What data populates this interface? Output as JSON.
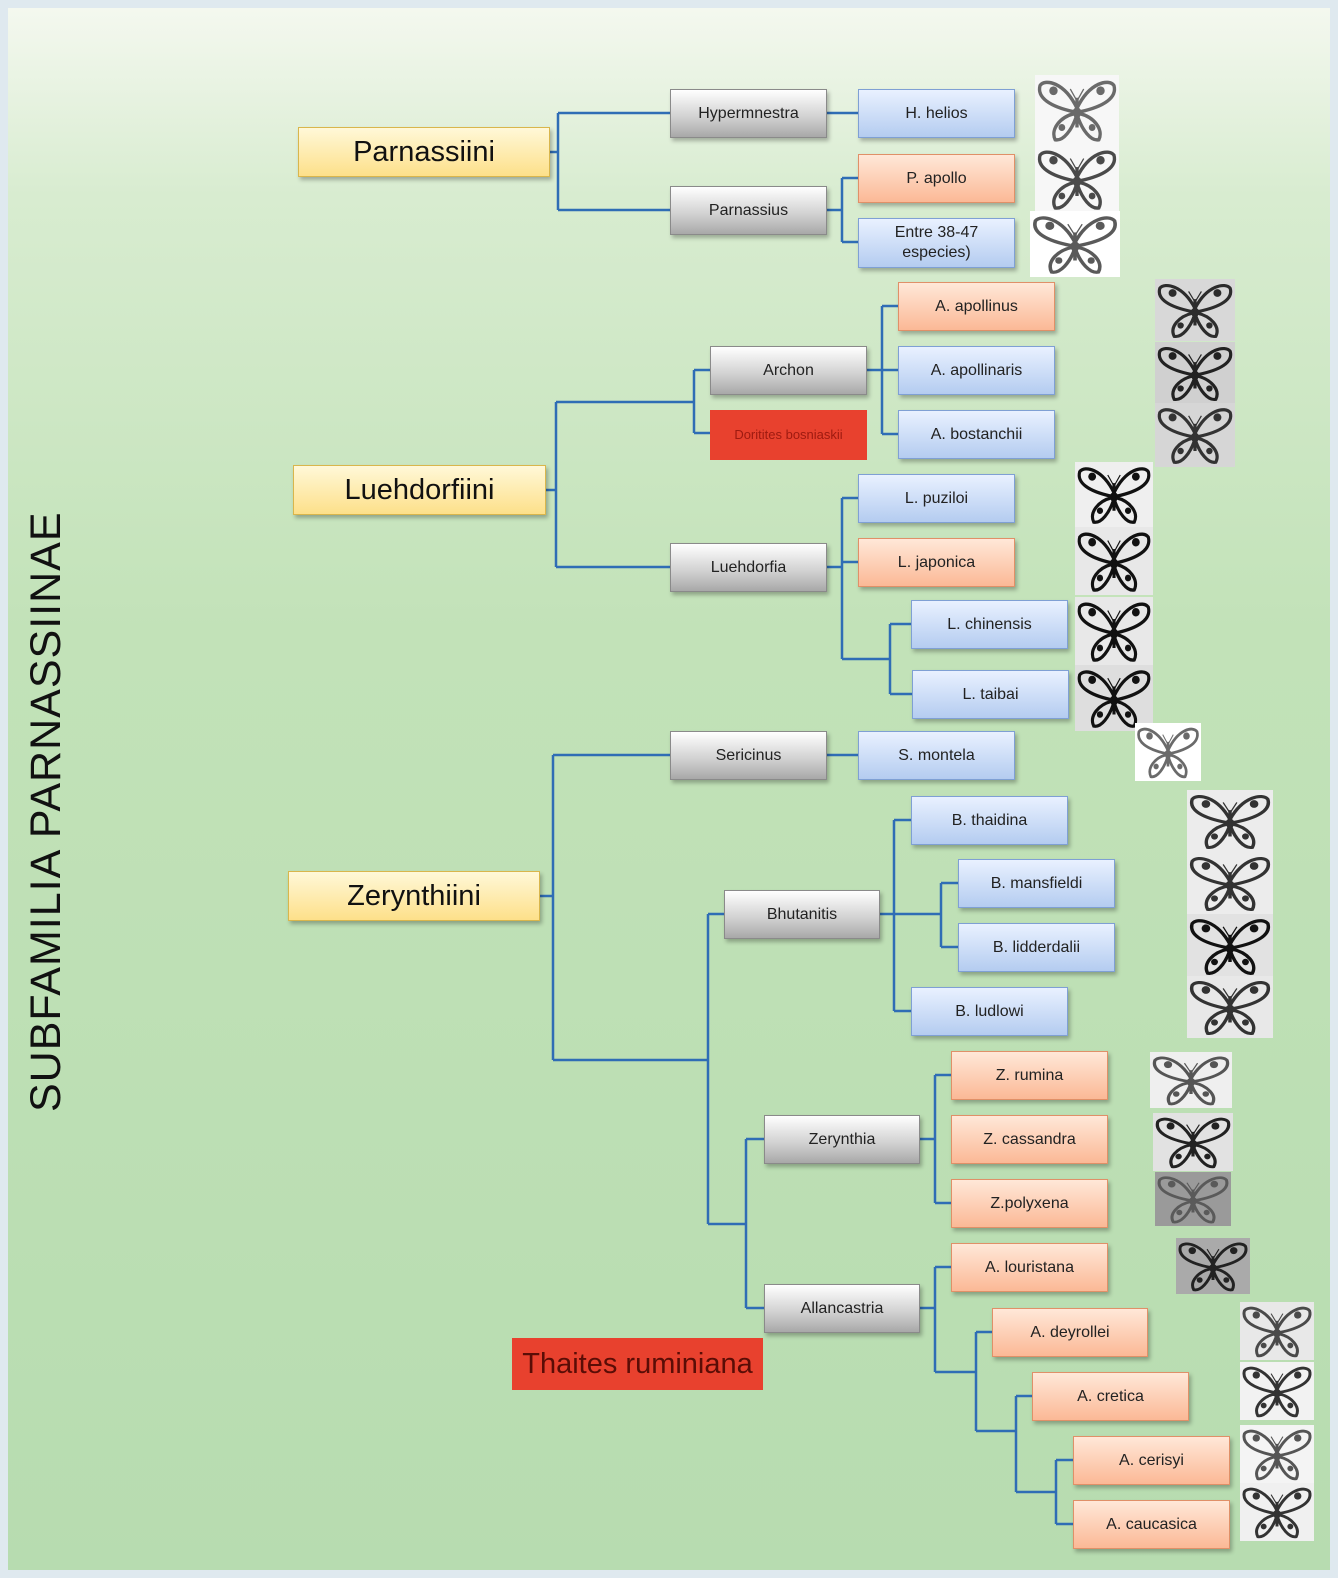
{
  "side_title": "SUBFAMILIA PARNASSIINAE",
  "tribes": {
    "parnassiini": "Parnassiini",
    "luehdorfiini": "Luehdorfiini",
    "zerynthiini": "Zerynthiini"
  },
  "genera": {
    "hypermnestra": "Hypermnestra",
    "parnassius": "Parnassius",
    "archon": "Archon",
    "luehdorfia": "Luehdorfia",
    "sericinus": "Sericinus",
    "bhutanitis": "Bhutanitis",
    "zerynthia": "Zerynthia",
    "allancastria": "Allancastria"
  },
  "species": {
    "h_helios": "H. helios",
    "p_apollo": "P. apollo",
    "parnassius_others": "Entre 38-47\nespecies)",
    "a_apollinus": "A. apollinus",
    "a_apollinaris": "A. apollinaris",
    "a_bostanchii": "A. bostanchii",
    "l_puziloi": "L. puziloi",
    "l_japonica": "L. japonica",
    "l_chinensis": "L. chinensis",
    "l_taibai": "L. taibai",
    "s_montela": "S. montela",
    "b_thaidina": "B. thaidina",
    "b_mansfieldi": "B. mansfieldi",
    "b_lidderdalii": "B. lidderdalii",
    "b_ludlowi": "B. ludlowi",
    "z_rumina": "Z. rumina",
    "z_cassandra": "Z. cassandra",
    "z_polyxena": "Z.polyxena",
    "a_louristana": "A. louristana",
    "a_deyrollei": "A. deyrollei",
    "a_cretica": "A. cretica",
    "a_cerisyi": "A. cerisyi",
    "a_caucasica": "A. caucasica"
  },
  "fossils": {
    "doritites": "Doritites bosniaskii",
    "thaites": "Thaites ruminiana"
  },
  "colors": {
    "line": "#2f6db5",
    "fossil": "#e8412e",
    "tribe": "#fde08a",
    "blue_box": "#b4ccf0",
    "orange_box": "#fbb996",
    "genus_box": "#cfcfcf"
  },
  "icons": [
    "butterfly-icon"
  ]
}
